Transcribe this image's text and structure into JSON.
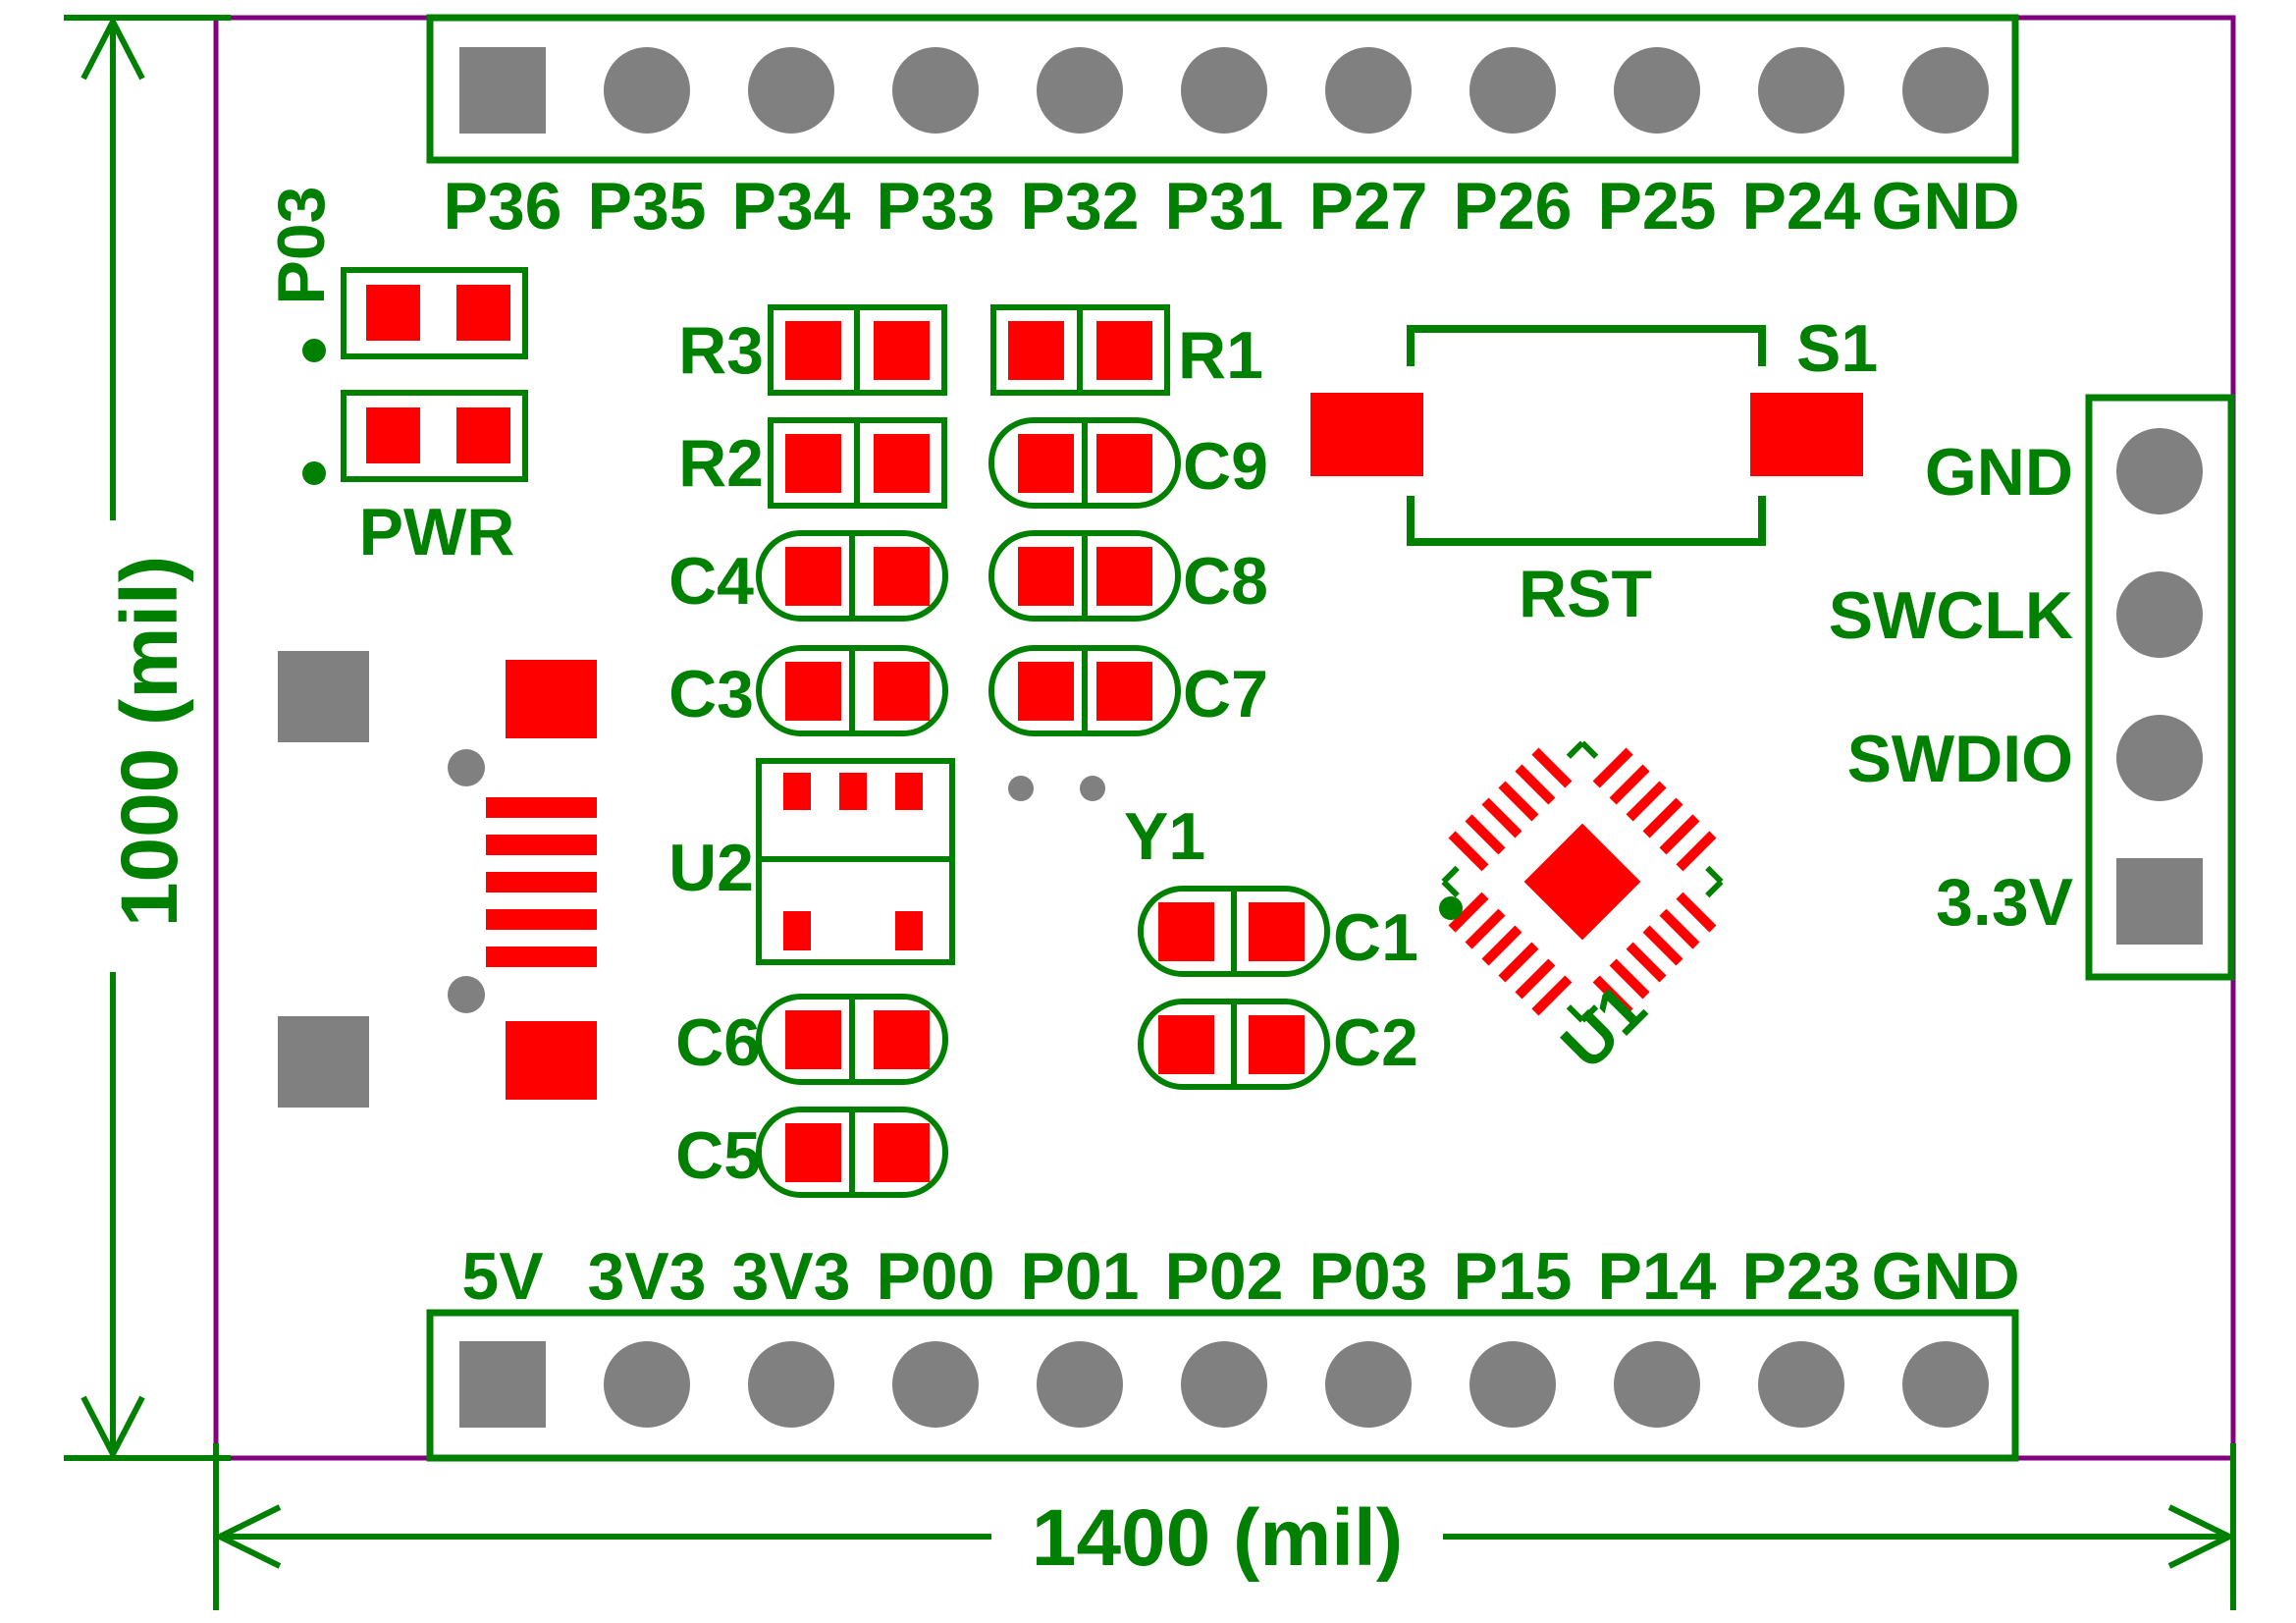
{
  "colors": {
    "background": "#ffffff",
    "outline": "#800080",
    "silk": "#008000",
    "pad_smd": "#ff0000",
    "pad_th": "#808080"
  },
  "dimensions": {
    "width_label": "1400 (mil)",
    "height_label": "1000 (mil)"
  },
  "headers": {
    "top": [
      "P36",
      "P35",
      "P34",
      "P33",
      "P32",
      "P31",
      "P27",
      "P26",
      "P25",
      "P24",
      "GND"
    ],
    "bottom": [
      "5V",
      "3V3",
      "3V3",
      "P00",
      "P01",
      "P02",
      "P03",
      "P15",
      "P14",
      "P23",
      "GND"
    ],
    "swd": [
      "GND",
      "SWCLK",
      "SWDIO",
      "3.3V"
    ]
  },
  "designators": {
    "p03": "P03",
    "pwr": "PWR",
    "r3": "R3",
    "r2": "R2",
    "r1": "R1",
    "c4": "C4",
    "c3": "C3",
    "c9": "C9",
    "c8": "C8",
    "c7": "C7",
    "c6": "C6",
    "c5": "C5",
    "c1": "C1",
    "c2": "C2",
    "u2": "U2",
    "u1": "U1",
    "y1": "Y1",
    "s1": "S1",
    "rst": "RST"
  }
}
